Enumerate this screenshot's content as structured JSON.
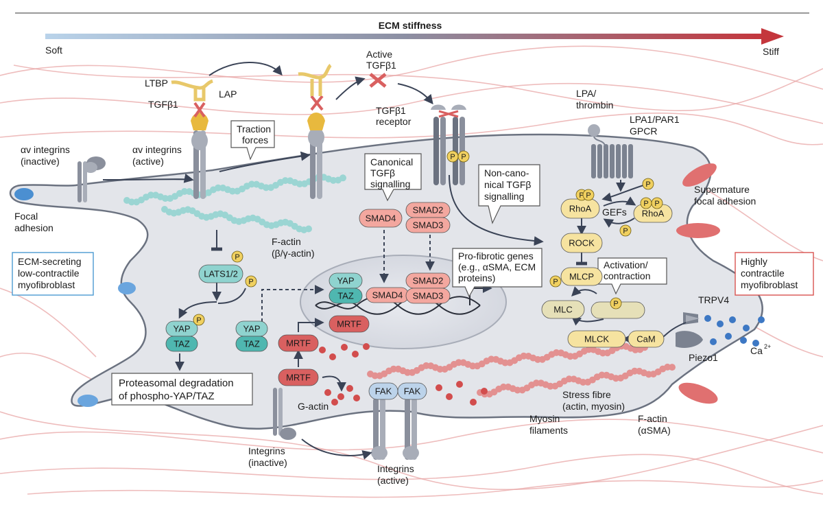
{
  "header": {
    "gradient_title": "ECM stiffness",
    "soft_label": "Soft",
    "stiff_label": "Stiff"
  },
  "labels": {
    "ltbp": "LTBP",
    "lap": "LAP",
    "tgfb1": "TGFβ1",
    "active_tgfb1_1": "Active",
    "active_tgfb1_2": "TGFβ1",
    "tgfb1_receptor_1": "TGFβ1",
    "tgfb1_receptor_2": "receptor",
    "lpa_thrombin_1": "LPA/",
    "lpa_thrombin_2": "thrombin",
    "lpa1_par1_1": "LPA1/PAR1",
    "lpa1_par1_2": "GPCR",
    "av_integrins_inactive_1": "αv integrins",
    "av_integrins_inactive_2": "(inactive)",
    "av_integrins_active_1": "αv integrins",
    "av_integrins_active_2": "(active)",
    "traction_forces_1": "Traction",
    "traction_forces_2": "forces",
    "canonical_1": "Canonical",
    "canonical_2": "TGFβ",
    "canonical_3": "signalling",
    "noncanonical_1": "Non-cano-",
    "noncanonical_2": "nical TGFβ",
    "noncanonical_3": "signalling",
    "supermature_1": "Supermature",
    "supermature_2": "focal adhesion",
    "focal_adhesion_1": "Focal",
    "focal_adhesion_2": "adhesion",
    "factin_bg_1": "F-actin",
    "factin_bg_2": "(β/γ-actin)",
    "ecm_low_1": "ECM-secreting",
    "ecm_low_2": "low-contractile",
    "ecm_low_3": "myofibroblast",
    "high_contractile_1": "Highly",
    "high_contractile_2": "contractile",
    "high_contractile_3": "myofibroblast",
    "profibrotic_1": "Pro-fibrotic genes",
    "profibrotic_2": "(e.g., αSMA, ECM",
    "profibrotic_3": "proteins)",
    "activation_1": "Activation/",
    "activation_2": "contraction",
    "trpv4": "TRPV4",
    "piezo1": "Piezo1",
    "ca": "Ca",
    "ca_sup": "2+",
    "gefs": "GEFs",
    "proteasomal_1": "Proteasomal degradation",
    "proteasomal_2": "of phospho-YAP/TAZ",
    "g_actin": "G-actin",
    "integrins_inactive_1": "Integrins",
    "integrins_inactive_2": "(inactive)",
    "integrins_active_1": "Integrins",
    "integrins_active_2": "(active)",
    "stress_fibre_1": "Stress fibre",
    "stress_fibre_2": "(actin, myosin)",
    "myosin_1": "Myosin",
    "myosin_2": "filaments",
    "factin_asma_1": "F-actin",
    "factin_asma_2": "(αSMA)"
  },
  "proteins": {
    "lats": "LATS1/2",
    "yap": "YAP",
    "taz": "TAZ",
    "smad2": "SMAD2",
    "smad3": "SMAD3",
    "smad4": "SMAD4",
    "mrtf": "MRTF",
    "fak": "FAK",
    "rhoa": "RhoA",
    "rock": "ROCK",
    "mlcp": "MLCP",
    "mlc": "MLC",
    "mlck": "MLCK",
    "cam": "CaM",
    "p": "P"
  },
  "colors": {
    "gradient_start": "#b9d3ea",
    "gradient_mid": "#8c8fa3",
    "gradient_end": "#c4363c",
    "cell_fill": "#e3e5ea",
    "teal": "#8fd3cf",
    "salmon": "#f3a79f",
    "red": "#d96060",
    "yellow": "#f6e3a0",
    "phospho": "#f0d060",
    "ecm_fibre": "#e8a5a5",
    "low_box_border": "#4b9ad1",
    "high_box_border": "#d9534f"
  }
}
